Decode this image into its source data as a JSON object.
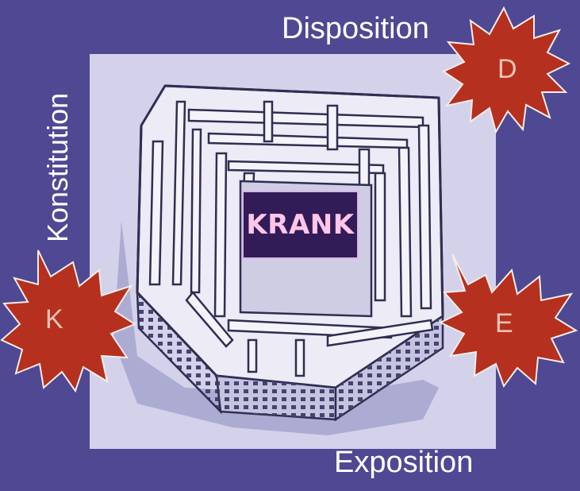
{
  "labels": {
    "top": "Disposition",
    "bottom": "Exposition",
    "left": "Konstitution"
  },
  "center": {
    "text": "KRANK"
  },
  "bursts": [
    {
      "letter": "D"
    },
    {
      "letter": "K"
    },
    {
      "letter": "E"
    }
  ],
  "colors": {
    "background": "#4f4893",
    "burst_fill": "#b5301e",
    "burst_edge": "#f7ece8",
    "center_box": "#321c58",
    "center_text": "#ffc6e8"
  }
}
